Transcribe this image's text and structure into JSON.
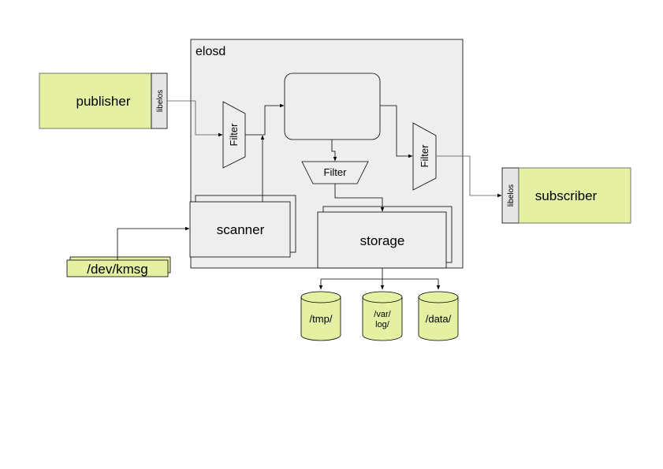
{
  "diagram": {
    "container_label": "elosd",
    "publisher": {
      "label": "publisher",
      "lib_label": "libelos"
    },
    "subscriber": {
      "label": "subscriber",
      "lib_label": "libelos"
    },
    "filter_in": {
      "label": "Filter"
    },
    "filter_out": {
      "label": "Filter"
    },
    "filter_storage": {
      "label": "Filter"
    },
    "scanner": {
      "label": "scanner"
    },
    "kmsg": {
      "label": "/dev/kmsg"
    },
    "storage": {
      "label": "storage"
    },
    "backends": {
      "tmp": "/tmp/",
      "var_line1": "/var/",
      "var_line2": "log/",
      "data": "/data/"
    },
    "colors": {
      "component_fill": "#e6f0a3",
      "container_fill": "#eeeeee",
      "lib_fill": "#e6e6e6",
      "stroke": "#000000"
    }
  }
}
